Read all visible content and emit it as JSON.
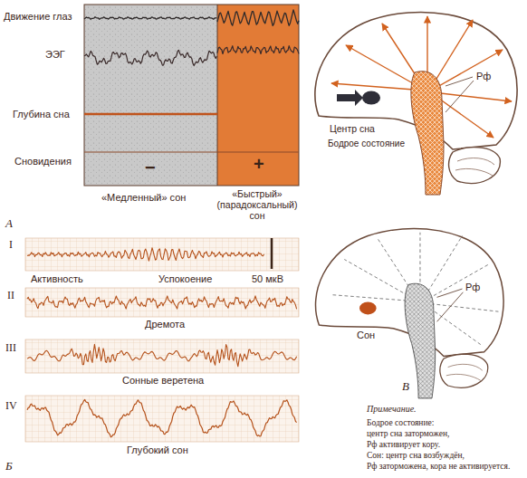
{
  "diagram": {
    "labels": [
      "Движение глаз",
      "ЭЭГ",
      "Глубина сна",
      "Сновидения",
      "−",
      "+",
      "«Медленный» сон",
      "«Быстрый» (парадоксальный) сон",
      "А",
      "I",
      "Активность",
      "Успокоение",
      "50 мкВ",
      "II",
      "Дремота",
      "III",
      "Сонные веретена",
      "IV",
      "Глубокий сон",
      "Б",
      "Рф",
      "Центр сна",
      "Бодрое состояние",
      "Рф",
      "Сон",
      "В",
      "Примечание.",
      "Бодрое состояние:",
      "центр сна заторможен,",
      "Рф активирует кору.",
      "Сон: центр сна возбуждён,",
      "Рф заторможена, кора не активируется."
    ]
  }
}
